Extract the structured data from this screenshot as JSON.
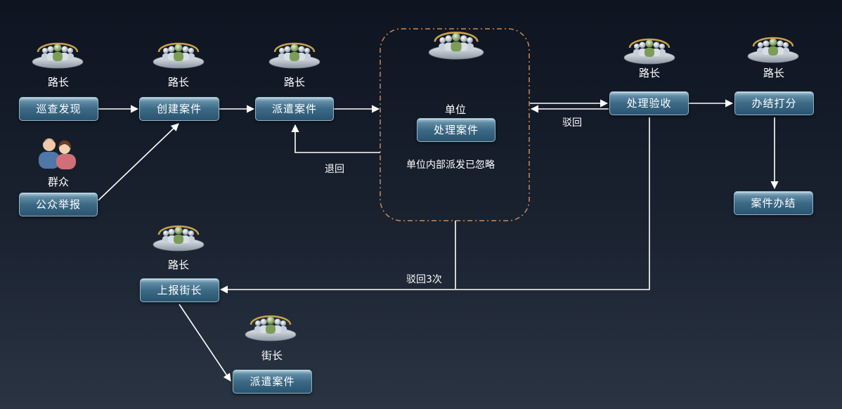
{
  "nodes": {
    "patrol": "巡查发现",
    "create_case": "创建案件",
    "dispatch_case": "派遣案件",
    "handle_case": "处理案件",
    "accept": "处理验收",
    "close_score": "办结打分",
    "case_closed": "案件办结",
    "public_report": "公众举报",
    "report_street": "上报街长",
    "dispatch_case_2": "派遣案件"
  },
  "roles": {
    "road_chief_1": "路长",
    "road_chief_2": "路长",
    "road_chief_3": "路长",
    "unit": "单位",
    "road_chief_4": "路长",
    "road_chief_5": "路长",
    "public": "群众",
    "road_chief_6": "路长",
    "street_chief": "街长"
  },
  "edge_labels": {
    "return": "退回",
    "reject": "驳回",
    "reject_3": "驳回3次"
  },
  "notes": {
    "unit_internal": "单位内部派发已忽略"
  },
  "icons": {
    "group": "group-of-people-icon",
    "public": "two-people-icon"
  },
  "colors": {
    "background": "#141b27",
    "node": "#3c6a86",
    "dashed_border": "#c98a5c",
    "line": "#ffffff"
  }
}
